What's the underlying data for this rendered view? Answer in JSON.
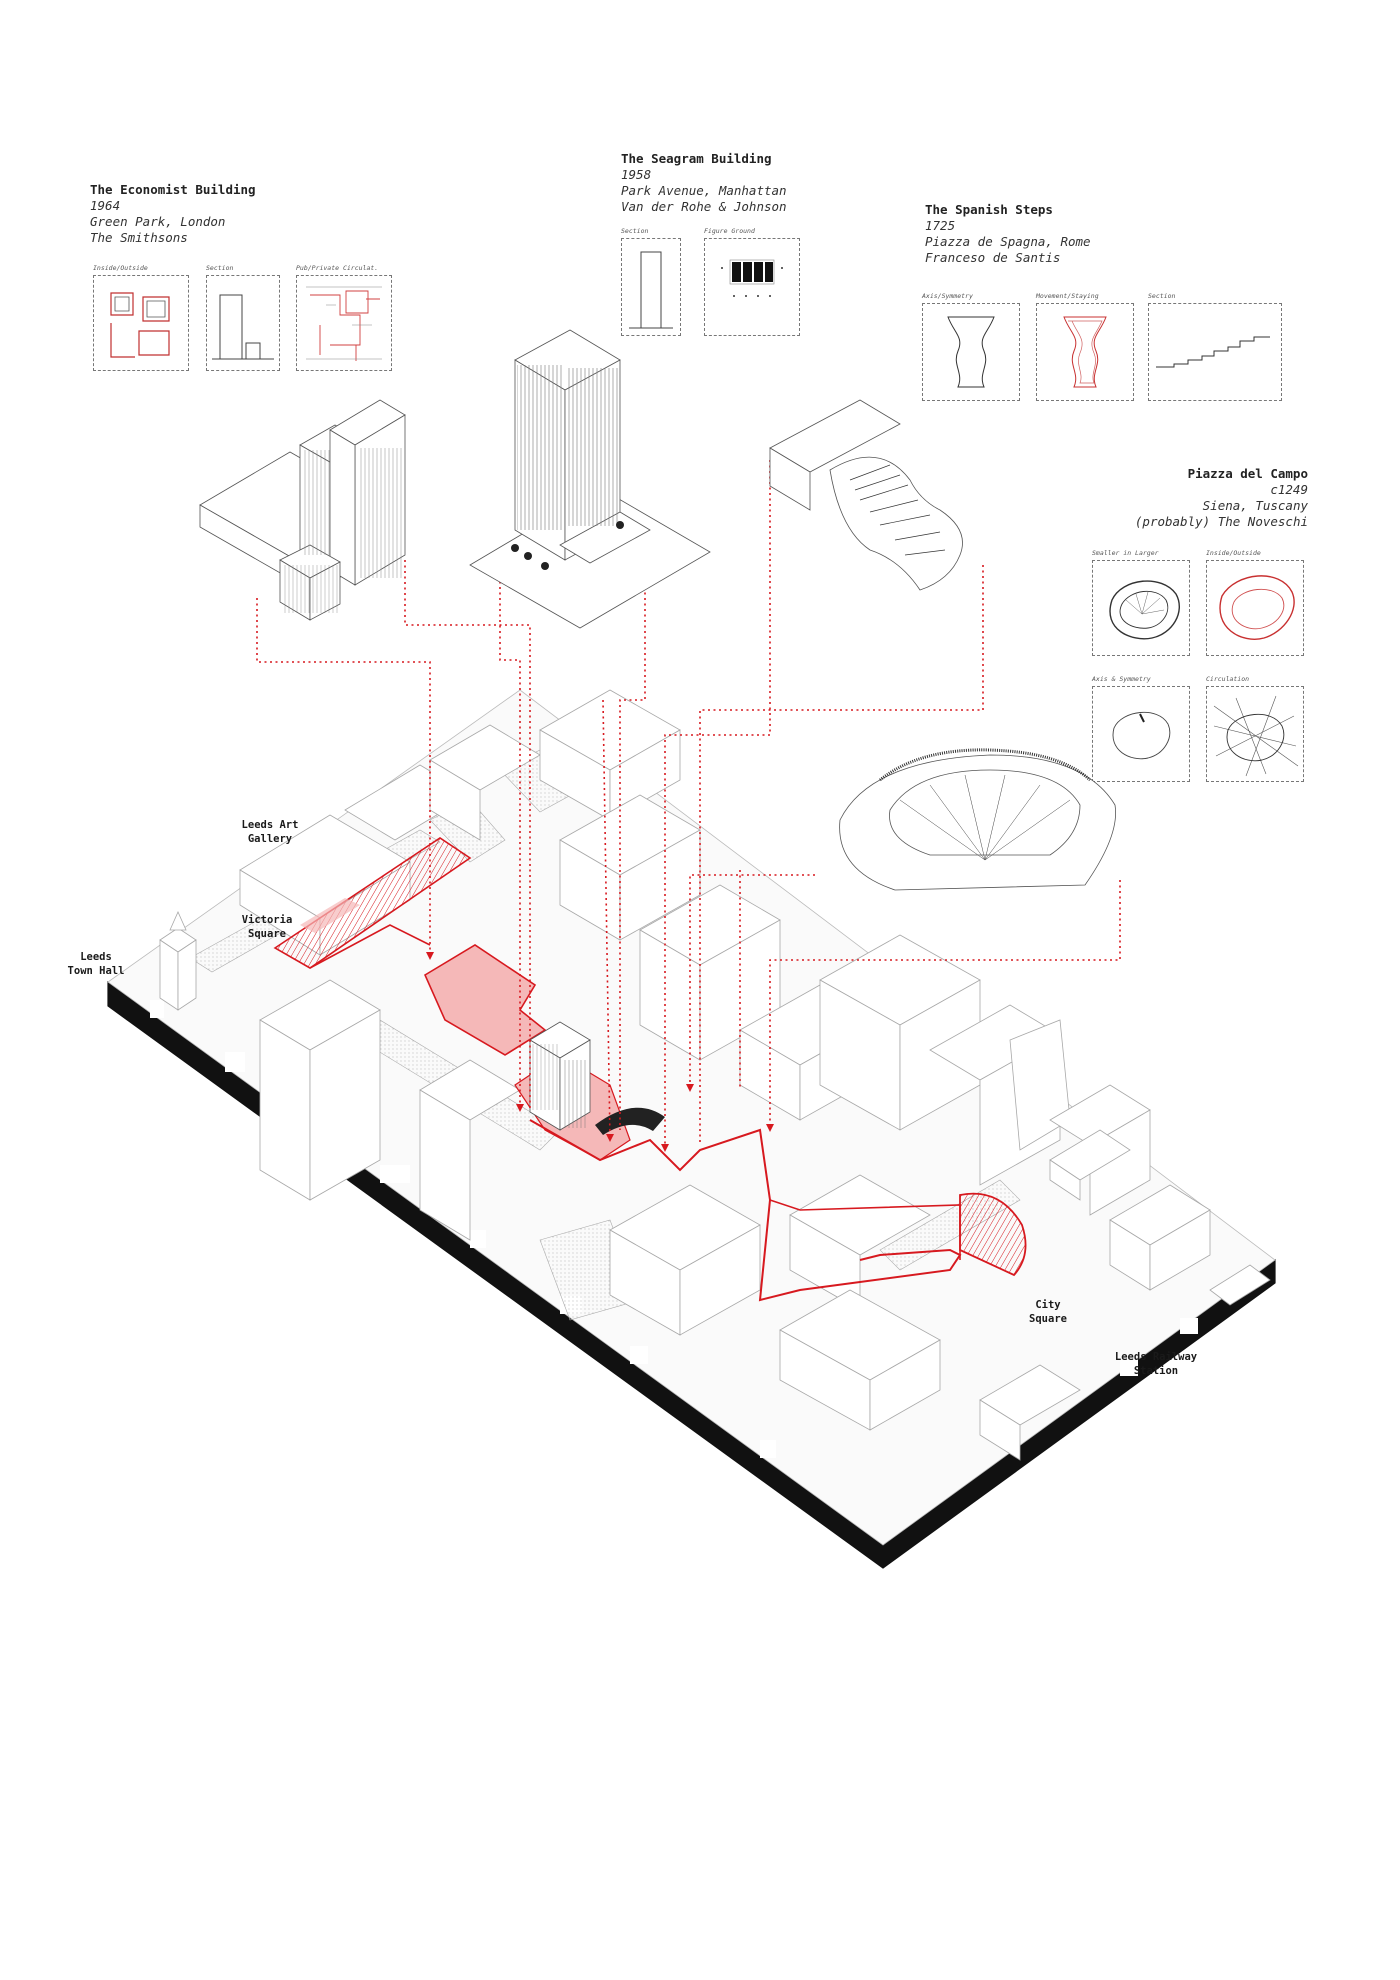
{
  "references": {
    "economist": {
      "title": "The Economist Building",
      "year": "1964",
      "location": "Green Park, London",
      "architect": "The Smithsons",
      "diagrams": [
        "Inside/Outside",
        "Section",
        "Pub/Private Circulat."
      ]
    },
    "seagram": {
      "title": "The Seagram Building",
      "year": "1958",
      "location": "Park Avenue, Manhattan",
      "architect": "Van der Rohe & Johnson",
      "diagrams": [
        "Section",
        "Figure Ground"
      ]
    },
    "spanish": {
      "title": "The Spanish Steps",
      "year": "1725",
      "location": "Piazza de Spagna, Rome",
      "architect": "Franceso de Santis",
      "diagrams": [
        "Axis/Symmetry",
        "Movement/Staying",
        "Section"
      ]
    },
    "campo": {
      "title": "Piazza del Campo",
      "year": "c1249",
      "location": "Siena, Tuscany",
      "architect": "(probably) The Noveschi",
      "diagrams": [
        "Smaller in Larger",
        "Inside/Outside",
        "Axis & Symmetry",
        "Circulation"
      ]
    }
  },
  "places": {
    "art_gallery": [
      "Leeds Art",
      "Gallery"
    ],
    "victoria": [
      "Victoria",
      "Square"
    ],
    "town_hall": [
      "Leeds",
      "Town Hall"
    ],
    "city_square": [
      "City",
      "Square"
    ],
    "station": [
      "Leeds Railway",
      "Station"
    ]
  },
  "colors": {
    "accent": "#d7191f",
    "accent_fill": "#f5b8b8",
    "ink": "#1a1a1a",
    "line": "#9a9a9a"
  },
  "legend": []
}
